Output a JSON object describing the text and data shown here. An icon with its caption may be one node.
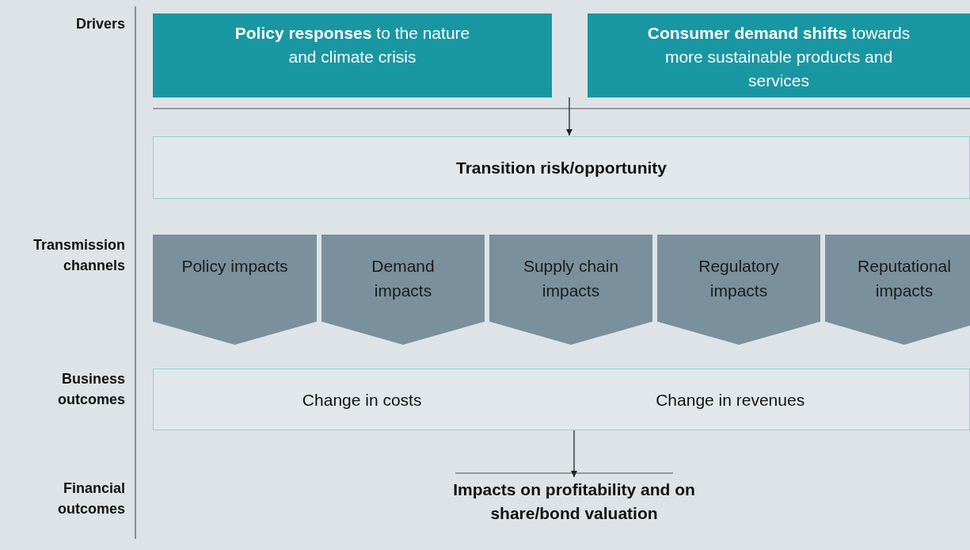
{
  "diagram": {
    "nodes": [
      {
        "text": [
          "**Policy responses** to the nature and climate crisis"
        ]
      },
      {
        "text": [
          "**Consumer demand shifts** towards more sustainable products and services"
        ]
      },
      {
        "text": [
          "Transition risk/opportunity"
        ]
      },
      {
        "text": [
          "Policy impacts"
        ]
      },
      {
        "text": [
          "Demand impacts"
        ]
      },
      {
        "text": [
          "Supply chain impacts"
        ]
      },
      {
        "text": [
          "Regulatory impacts"
        ]
      },
      {
        "text": [
          "Reputational impacts"
        ]
      },
      {
        "text": [
          "Change in costs",
          "Change in revenues"
        ]
      },
      {
        "text": [
          "Impacts on profitability and on share/bond valuation"
        ]
      }
    ],
    "edges": [
      {
        "from": 0,
        "to": 2,
        "arrow": "to"
      },
      {
        "from": 1,
        "to": 2,
        "arrow": "to"
      },
      {
        "from": 8,
        "to": 9,
        "arrow": "to"
      }
    ],
    "labels": [
      "Drivers",
      "Transmission channels",
      "Business outcomes",
      "Financial outcomes"
    ]
  }
}
